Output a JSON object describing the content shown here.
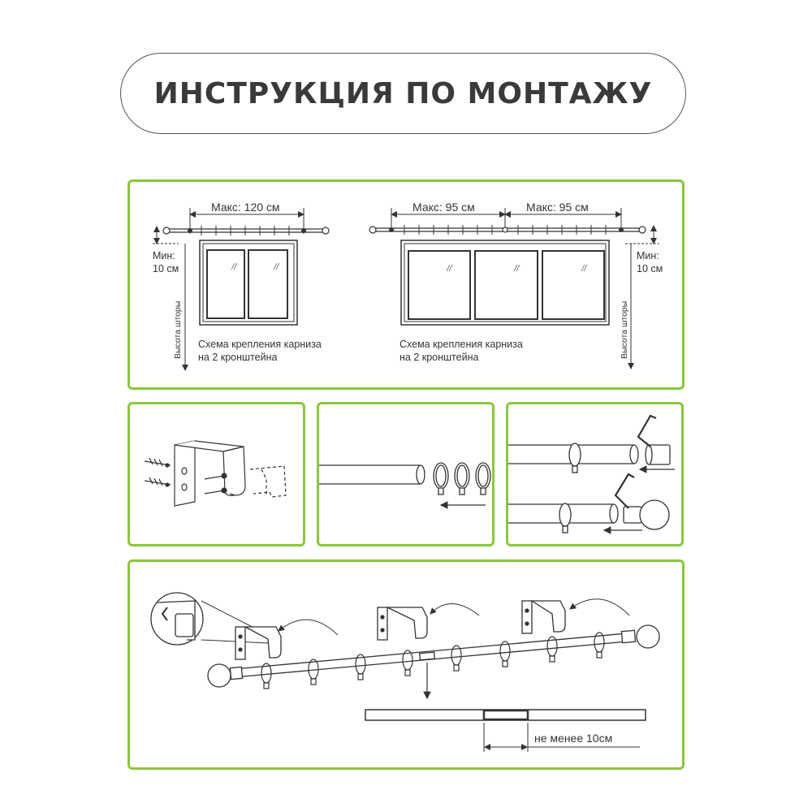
{
  "title": "ИНСТРУКЦИЯ ПО МОНТАЖУ",
  "accent_color": "#8cc63f",
  "diagram1": {
    "max_label": "Макс: 120 см",
    "min_label_line1": "Мин:",
    "min_label_line2": "10 см",
    "height_label": "Высота шторы",
    "caption_line1": "Схема крепления карниза",
    "caption_line2": "на 2 кронштейна"
  },
  "diagram2": {
    "max_label_left": "Макс: 95 см",
    "max_label_right": "Макс: 95 см",
    "min_label_line1": "Мин:",
    "min_label_line2": "10 см",
    "height_label": "Высота шторы",
    "caption_line1": "Схема крепления карниза",
    "caption_line2": "на 2 кронштейна"
  },
  "overlap_label": "не менее 10см"
}
